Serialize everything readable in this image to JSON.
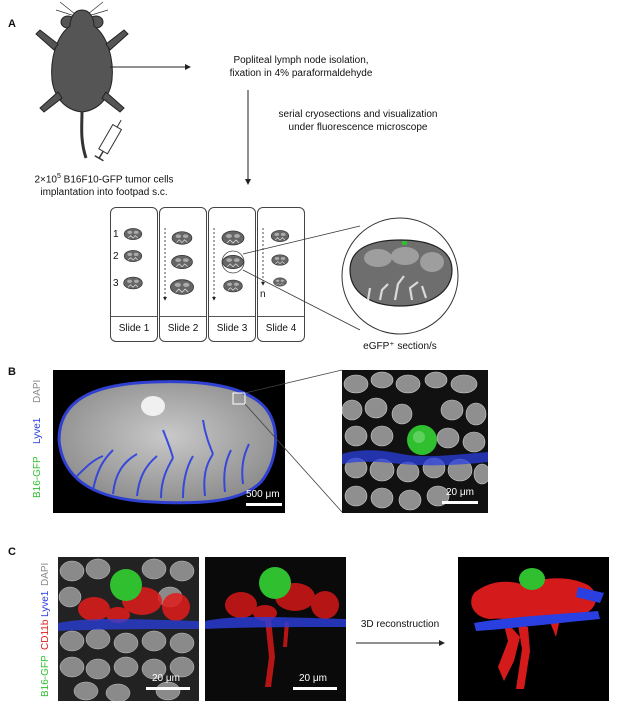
{
  "panels": {
    "a": "A",
    "b": "B",
    "c": "C"
  },
  "panelA": {
    "step1": [
      "Popliteal lymph node isolation,",
      "fixation in 4% paraformaldehyde"
    ],
    "step2": [
      "serial cryosections and visualization",
      "under fluorescence microscope"
    ],
    "implant_pre": "2×10",
    "implant_sup": "5",
    "implant_post": " B16F10-GFP tumor cells",
    "implant_line2": "implantation into footpad s.c.",
    "section_numbers": [
      "1",
      "2",
      "3"
    ],
    "n_label": "n",
    "slides": [
      "Slide 1",
      "Slide 2",
      "Slide 3",
      "Slide 4"
    ],
    "egfp_label": "eGFP⁺ section/s"
  },
  "panelB": {
    "channel_dapi": "DAPI",
    "channel_lyve1": "Lyve1",
    "channel_gfp": "B16-GFP",
    "scale_left": "500 μm",
    "scale_right": "20 μm"
  },
  "panelC": {
    "channel_gfp": "B16-GFP",
    "channel_cd11b": "CD11b",
    "channel_lyve1": "Lyve1",
    "channel_dapi": "DAPI",
    "scale_1": "20 μm",
    "scale_2": "20 μm",
    "reconstruction": "3D reconstruction"
  },
  "colors": {
    "gfp": "#2fbf2f",
    "lyve1": "#2a3fe0",
    "cd11b": "#e21b1b",
    "dapi": "#9a9a9a"
  }
}
